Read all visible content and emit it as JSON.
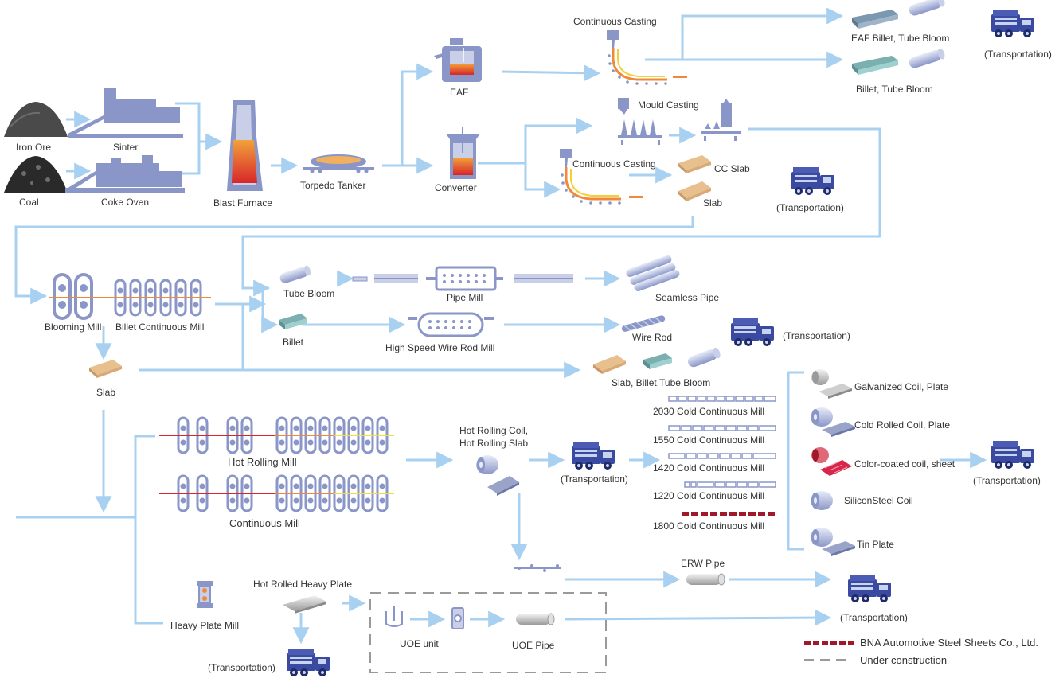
{
  "colors": {
    "flow": "#a8d0f0",
    "equipment": "#8a96c8",
    "equipment_light": "#c8cfe6",
    "hot": "#f08a3a",
    "slab": "#e8c08e",
    "bna": "#a0182a",
    "construction": "#9a9a9a",
    "truck": "#3a4aa0"
  },
  "labels": {
    "iron_ore": "Iron Ore",
    "sinter": "Sinter",
    "coal": "Coal",
    "coke_oven": "Coke Oven",
    "blast_furnace": "Blast Furnace",
    "torpedo_tanker": "Torpedo Tanker",
    "eaf": "EAF",
    "converter": "Converter",
    "cc_top": "Continuous Casting",
    "mould_casting": "Mould Casting",
    "cc_mid": "Continuous Casting",
    "eaf_billet": "EAF Billet, Tube Bloom",
    "billet_tube_bloom": "Billet, Tube Bloom",
    "cc_slab": "CC Slab",
    "slab_top": "Slab",
    "blooming_mill": "Blooming Mill",
    "billet_continuous_mill": "Billet Continuous Mill",
    "tube_bloom": "Tube Bloom",
    "pipe_mill": "Pipe Mill",
    "seamless_pipe": "Seamless Pipe",
    "billet": "Billet",
    "hs_wire_rod_mill": "High Speed Wire Rod Mill",
    "wire_rod": "Wire Rod",
    "slab_mid": "Slab",
    "slab_billet_tube": "Slab, Billet,Tube Bloom",
    "hot_rolling_mill": "Hot Rolling Mill",
    "continuous_mill": "Continuous Mill",
    "hot_rolling_coil_1": "Hot Rolling Coil,",
    "hot_rolling_coil_2": "Hot Rolling Slab",
    "ccm_2030": "2030 Cold Continuous Mill",
    "ccm_1550": "1550 Cold Continuous Mill",
    "ccm_1420": "1420 Cold Continuous Mill",
    "ccm_1220": "1220 Cold Continuous Mill",
    "ccm_1800": "1800 Cold Continuous Mill",
    "galvanized": "Galvanized Coil, Plate",
    "cold_rolled": "Cold Rolled Coil, Plate",
    "color_coated": "Color-coated coil, sheet",
    "silicon_steel": "SiliconSteel Coil",
    "tin_plate": "Tin Plate",
    "erw_pipe": "ERW Pipe",
    "hot_rolled_heavy_plate": "Hot Rolled Heavy Plate",
    "heavy_plate_mill": "Heavy Plate Mill",
    "uoe_unit": "UOE unit",
    "uoe_pipe": "UOE Pipe",
    "transport": "(Transportation)"
  },
  "legend": {
    "bna": "BNA Automotive Steel Sheets Co., Ltd.",
    "under_construction": "Under construction"
  }
}
